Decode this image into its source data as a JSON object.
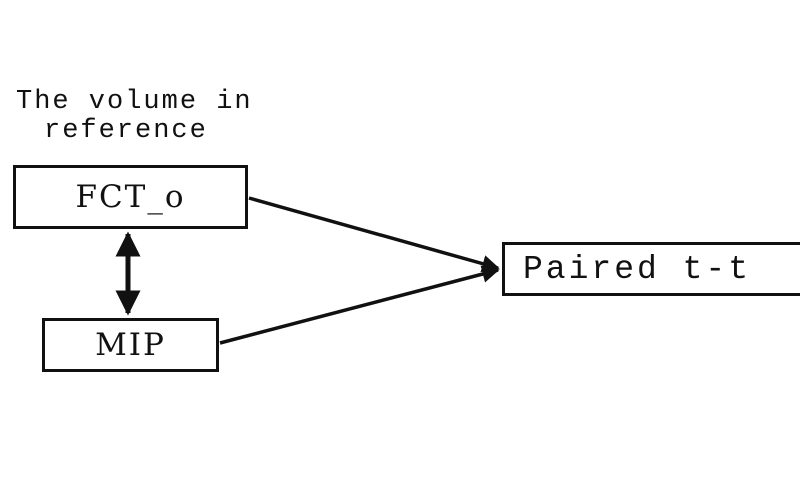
{
  "heading": {
    "line1": "The volume in",
    "line2": "reference"
  },
  "nodes": {
    "fct": "FCT_o",
    "mip": "MIP",
    "test": "Paired t-t"
  },
  "edges": [
    {
      "from": "fct",
      "to": "mip",
      "direction": "both"
    },
    {
      "from": "fct",
      "to": "test",
      "direction": "forward"
    },
    {
      "from": "mip",
      "to": "test",
      "direction": "forward"
    }
  ],
  "colors": {
    "line": "#111111",
    "background": "#ffffff"
  }
}
